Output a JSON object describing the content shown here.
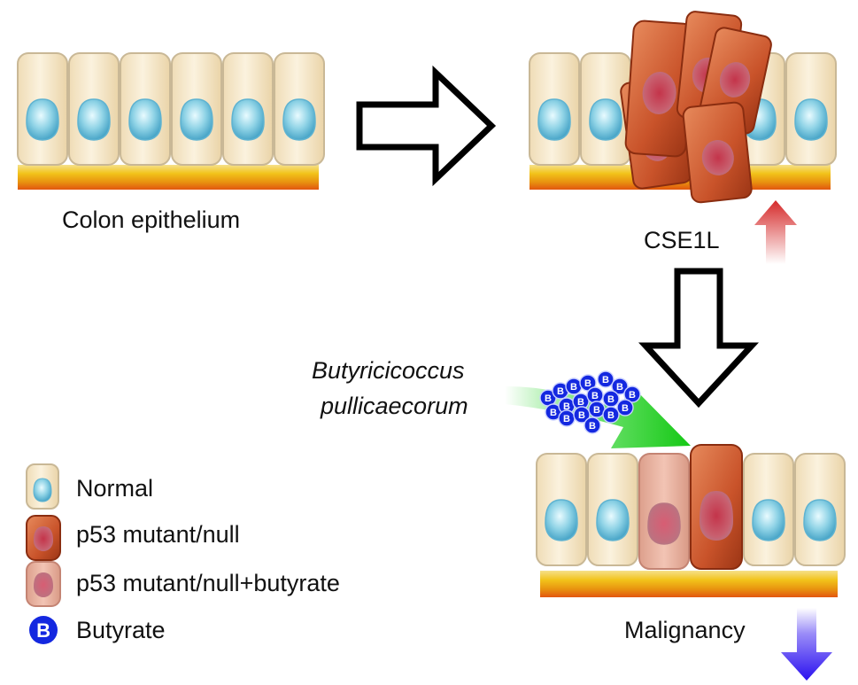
{
  "diagram": {
    "panel_normal_label": "Colon epithelium",
    "panel_cse1l_label": "CSE1L",
    "bacterium_line1": "Butyricicoccus",
    "bacterium_line2": "pullicaecorum",
    "panel_malignancy_label": "Malignancy",
    "butyrate_symbol": "B"
  },
  "legend": {
    "items": [
      {
        "key": "normal",
        "label": "Normal"
      },
      {
        "key": "p53",
        "label": "p53 mutant/null"
      },
      {
        "key": "p53b",
        "label": "p53 mutant/null+butyrate"
      },
      {
        "key": "butyrate",
        "label": "Butyrate"
      }
    ]
  },
  "colors": {
    "cell_fill": "#f8ecd2",
    "cell_border": "#c9b896",
    "nucleus": "#8fd3e6",
    "basement_yellow": "#f2c31a",
    "basement_orange": "#e2560f",
    "mutant_cell": "#cc5a2c",
    "mutant_nucleus": "#c8606f",
    "butyrate_cell": "#eab2a2",
    "butyrate_blue": "#1428e0",
    "flow_green": "#1fd11f",
    "up_arrow": "#d52a2a",
    "down_arrow": "#3a19f0"
  }
}
